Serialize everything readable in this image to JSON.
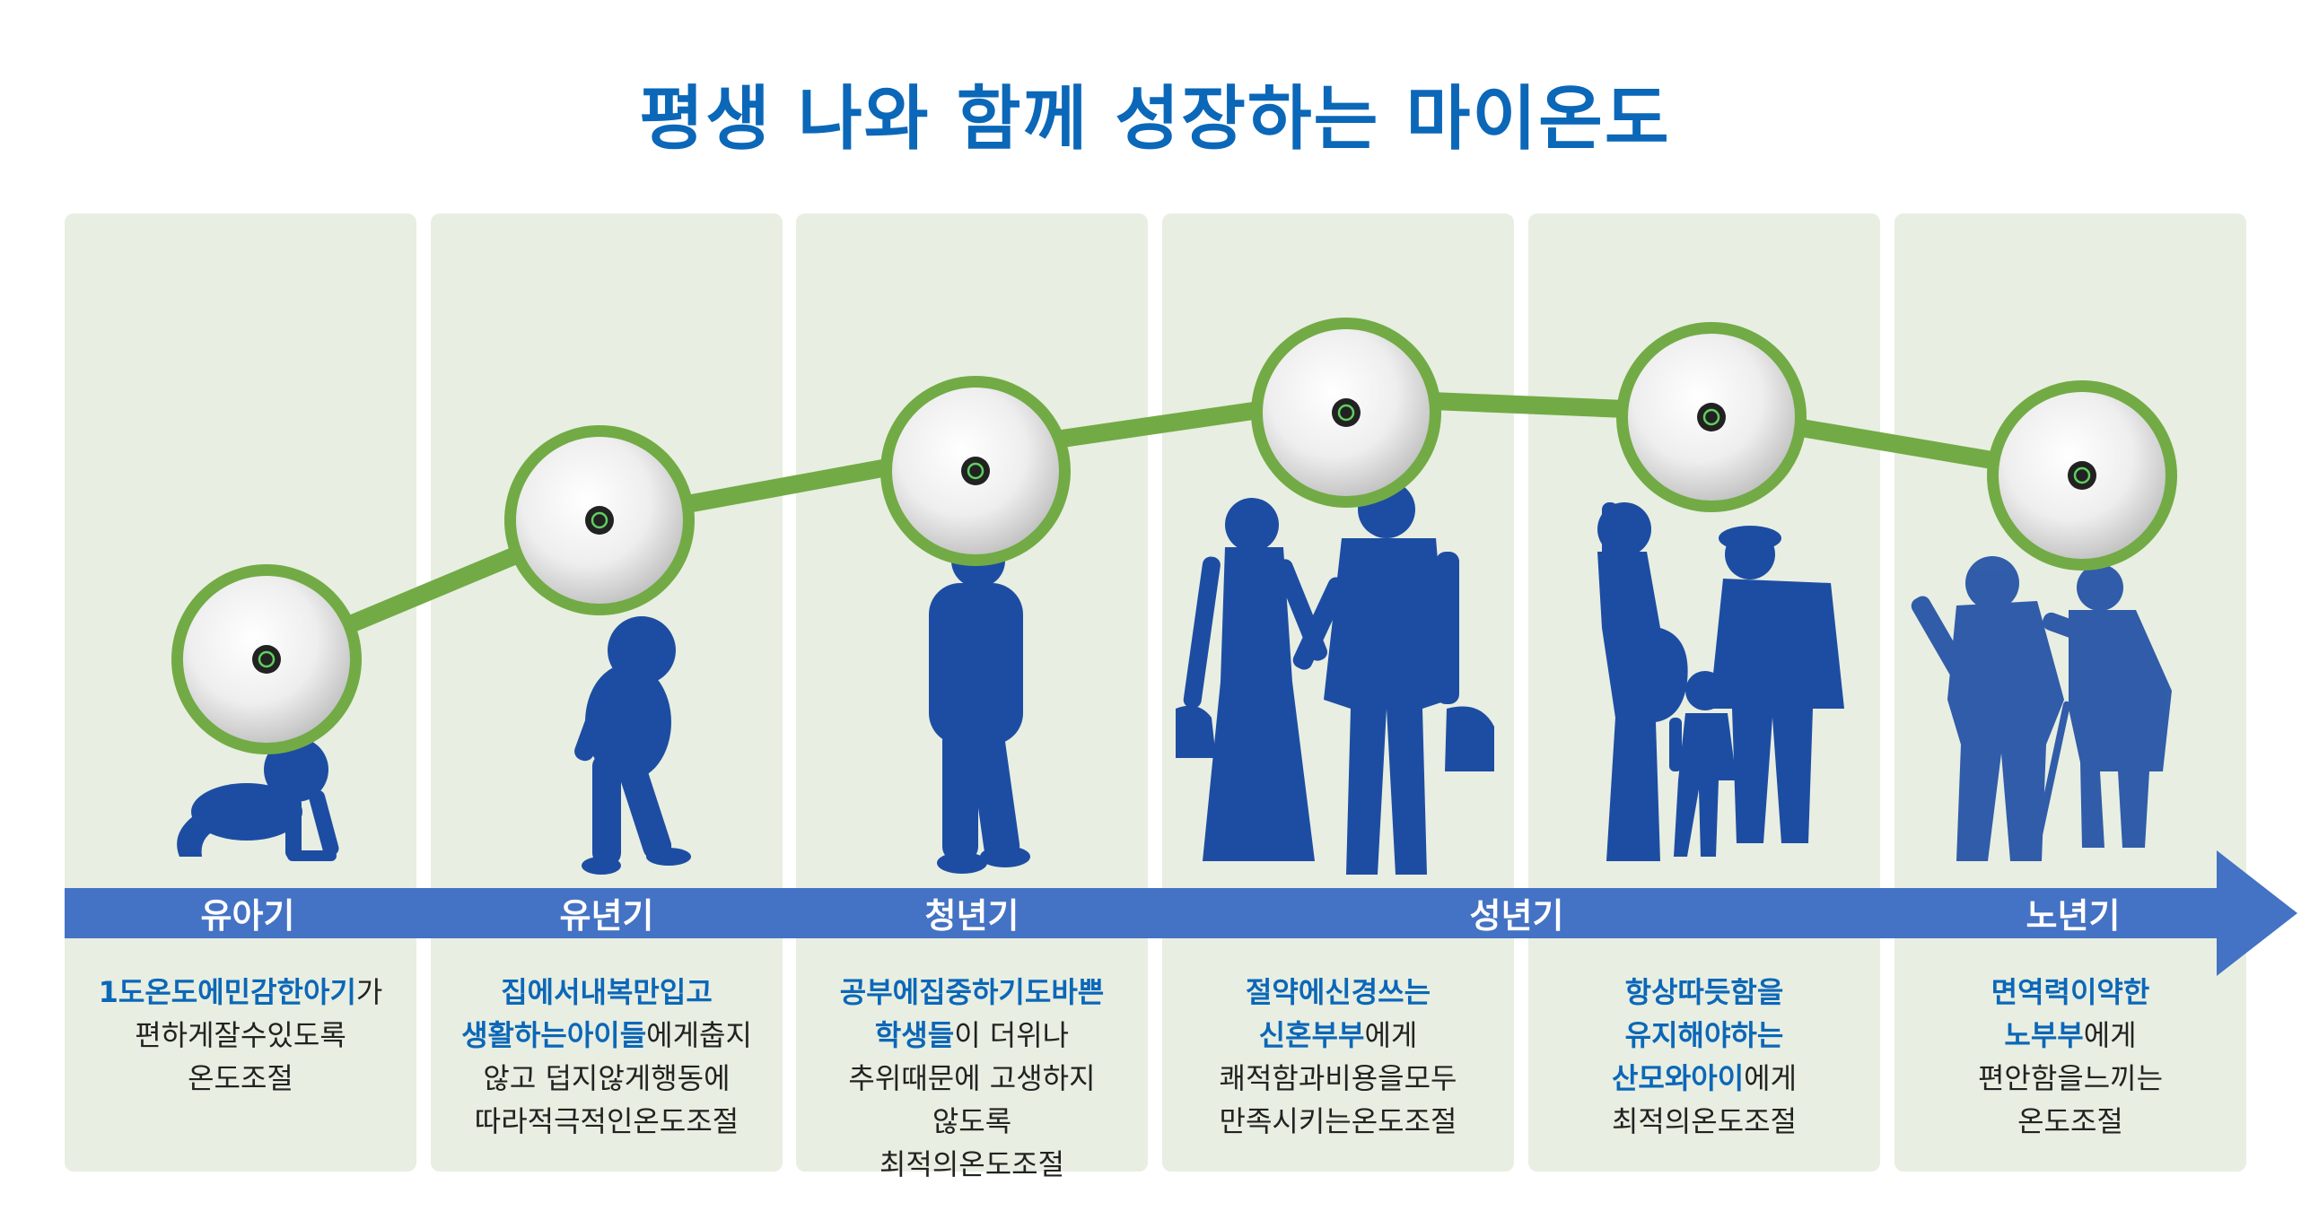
{
  "title": "평생 나와 함께 성장하는 마이온도",
  "colors": {
    "title": "#0b67b8",
    "panel_bg": "#e8eee1",
    "ring": "#72ab45",
    "connector": "#72ab45",
    "silhouette": "#1d4da3",
    "timeline": "#4472c4",
    "highlight": "#0b67b8"
  },
  "stages": [
    {
      "label": "유아기"
    },
    {
      "label": "유년기"
    },
    {
      "label": "청년기"
    },
    {
      "label": "성년기"
    },
    {
      "label": "노년기"
    }
  ],
  "columns": [
    {
      "lines": [
        [
          {
            "t": "1도온도에민감한아기",
            "hl": true
          },
          {
            "t": "가"
          }
        ],
        [
          {
            "t": "편하게잘수있도록"
          }
        ],
        [
          {
            "t": "온도조절"
          }
        ]
      ]
    },
    {
      "lines": [
        [
          {
            "t": "집에서내복만입고",
            "hl": true
          }
        ],
        [
          {
            "t": "생활하는아이들",
            "hl": true
          },
          {
            "t": "에게춥지"
          }
        ],
        [
          {
            "t": "않고 덥지않게행동에"
          }
        ],
        [
          {
            "t": "따라적극적인온도조절"
          }
        ]
      ]
    },
    {
      "lines": [
        [
          {
            "t": "공부에집중하기도바쁜",
            "hl": true
          }
        ],
        [
          {
            "t": "학생들",
            "hl": true
          },
          {
            "t": "이 더위나"
          }
        ],
        [
          {
            "t": "추위때문에 고생하지"
          }
        ],
        [
          {
            "t": "않도록"
          }
        ],
        [
          {
            "t": "최적의온도조절"
          }
        ]
      ]
    },
    {
      "lines": [
        [
          {
            "t": "절약에신경쓰는",
            "hl": true
          }
        ],
        [
          {
            "t": "신혼부부",
            "hl": true
          },
          {
            "t": "에게"
          }
        ],
        [
          {
            "t": "쾌적함과비용을모두"
          }
        ],
        [
          {
            "t": "만족시키는온도조절"
          }
        ]
      ]
    },
    {
      "lines": [
        [
          {
            "t": "항상따듯함을",
            "hl": true
          }
        ],
        [
          {
            "t": "유지해야하는",
            "hl": true
          }
        ],
        [
          {
            "t": "산모와아이",
            "hl": true
          },
          {
            "t": "에게"
          }
        ],
        [
          {
            "t": "최적의온도조절"
          }
        ]
      ]
    },
    {
      "lines": [
        [
          {
            "t": "면역력이약한",
            "hl": true
          }
        ],
        [
          {
            "t": "노부부",
            "hl": true
          },
          {
            "t": "에게"
          }
        ],
        [
          {
            "t": "편안함을느끼는"
          }
        ],
        [
          {
            "t": "온도조절"
          }
        ]
      ]
    }
  ],
  "icons": {
    "device": "thermostat-device-icon",
    "people": [
      "crawling-baby-icon",
      "toddler-icon",
      "student-icon",
      "couple-icon",
      "family-icon",
      "elderly-couple-icon"
    ]
  }
}
